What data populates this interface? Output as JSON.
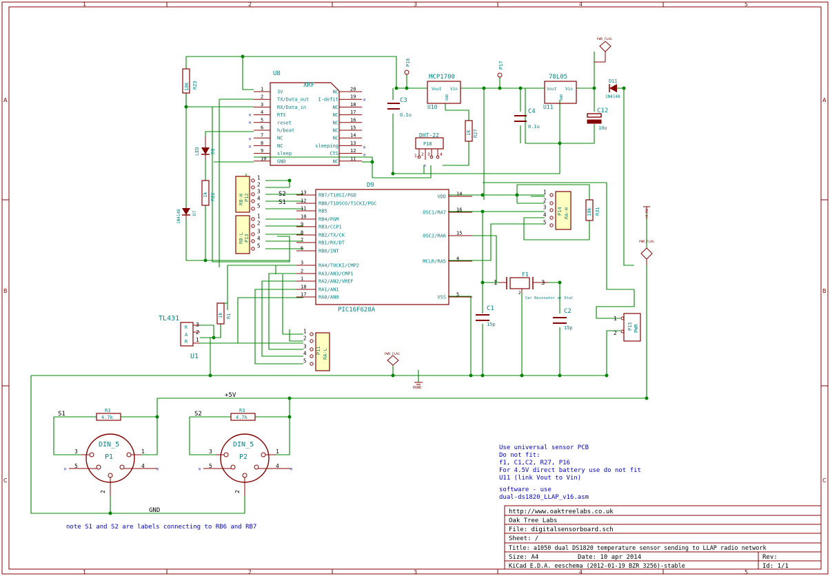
{
  "frame": {
    "cols": [
      "1",
      "2",
      "3",
      "4",
      "5"
    ],
    "rows": [
      "A",
      "B",
      "C"
    ]
  },
  "components": {
    "xrf": {
      "ref": "U8",
      "name": "XRF",
      "left_pins": [
        {
          "num": "1",
          "name": "3V"
        },
        {
          "num": "2",
          "name": "TX/Data_out"
        },
        {
          "num": "3",
          "name": "RX/Data_in"
        },
        {
          "num": "4",
          "name": "RTS"
        },
        {
          "num": "5",
          "name": "reset"
        },
        {
          "num": "6",
          "name": "h/beat"
        },
        {
          "num": "7",
          "name": "NC"
        },
        {
          "num": "8",
          "name": "NC"
        },
        {
          "num": "9",
          "name": "sleep"
        },
        {
          "num": "10",
          "name": "GND"
        }
      ],
      "right_pins": [
        {
          "num": "20",
          "name": "NC"
        },
        {
          "num": "19",
          "name": "I-defit"
        },
        {
          "num": "18",
          "name": "NC"
        },
        {
          "num": "17",
          "name": "NC"
        },
        {
          "num": "16",
          "name": "NC"
        },
        {
          "num": "15",
          "name": "NC"
        },
        {
          "num": "14",
          "name": "NC"
        },
        {
          "num": "13",
          "name": "sleeping"
        },
        {
          "num": "12",
          "name": "CTS"
        },
        {
          "num": "11",
          "name": "NC"
        }
      ]
    },
    "pic": {
      "ref": "D9",
      "name": "PIC16F628A",
      "left_pins": [
        {
          "num": "13",
          "name": "RB7/T1OSI/PGD"
        },
        {
          "num": "12",
          "name": "RB6/T1OSCO/T1CKI/PGC"
        },
        {
          "num": "11",
          "name": "RB5"
        },
        {
          "num": "10",
          "name": "RB4/PGM"
        },
        {
          "num": "9",
          "name": "RB3/CCP1"
        },
        {
          "num": "8",
          "name": "RB2/TX/CK"
        },
        {
          "num": "7",
          "name": "RB1/RX/DT"
        },
        {
          "num": "6",
          "name": "RB0/INT"
        },
        {
          "num": "3",
          "name": "RA4/T0CKI/CMP2"
        },
        {
          "num": "2",
          "name": "RA3/AN3/CMP1"
        },
        {
          "num": "1",
          "name": "RA2/AN2/VREF"
        },
        {
          "num": "18",
          "name": "RA1/AN1"
        },
        {
          "num": "17",
          "name": "RA0/AN0"
        }
      ],
      "right_pins": [
        {
          "num": "14",
          "name": "VDD"
        },
        {
          "num": "16",
          "name": "OSC1/RA7"
        },
        {
          "num": "15",
          "name": "OSC2/RA6"
        },
        {
          "num": "4",
          "name": "MCLR/RA5"
        },
        {
          "num": "5",
          "name": "VSS"
        }
      ]
    },
    "u10": {
      "ref": "U10",
      "name": "MCP1700",
      "vout": "Vout",
      "vin": "Vin",
      "gnd": "GND"
    },
    "u11": {
      "ref": "U11",
      "name": "78L05",
      "vout": "Vout",
      "vin": "Vin",
      "gnd": "GND"
    },
    "c3": {
      "ref": "C3",
      "value": "0.1u"
    },
    "c4": {
      "ref": "C4",
      "value": "0.1u"
    },
    "c12": {
      "ref": "C12",
      "value": "10u"
    },
    "c1": {
      "ref": "C1",
      "value": "15p"
    },
    "c2": {
      "ref": "C2",
      "value": "15p"
    },
    "d11": {
      "ref": "D11",
      "value": "1N4148"
    },
    "r23": {
      "ref": "R23",
      "value": "10K"
    },
    "r27": {
      "ref": "R27",
      "value": "1k"
    },
    "r26": {
      "ref": "R26",
      "value": "1k"
    },
    "r1": {
      "ref": "R1",
      "value": "1k"
    },
    "r3a": {
      "ref": "R3",
      "value": "4.7k"
    },
    "r3b": {
      "ref": "R3",
      "value": "4.7k"
    },
    "r31": {
      "ref": "R31",
      "value": "10k"
    },
    "d8": {
      "ref": "D8",
      "value": "LED"
    },
    "d7": {
      "ref": "D7",
      "value": "1N4148"
    },
    "p16": {
      "ref": "P16"
    },
    "p17": {
      "ref": "P17"
    },
    "p18": {
      "ref": "P18",
      "value": "DHT-22",
      "pins": [
        "1",
        "2",
        "3",
        "4"
      ]
    },
    "p12": {
      "ref": "P12",
      "value": "RB-H"
    },
    "p13": {
      "ref": "P13",
      "value": "RB-L"
    },
    "p11": {
      "ref": "P11",
      "value": "RA-L"
    },
    "p14": {
      "ref": "P14",
      "value": "RA-H"
    },
    "p15": {
      "ref": "P15",
      "value": "PWR"
    },
    "f1": {
      "ref": "F1",
      "value": "Cer Resonator or Xtal",
      "pin1": "1",
      "pin3": "3",
      "pin2": "2"
    },
    "tl431": {
      "name": "TL431",
      "ref": "U1",
      "pins": [
        "K",
        "A",
        "R"
      ]
    },
    "p1": {
      "ref": "P1",
      "value": "DIN_5"
    },
    "p2": {
      "ref": "P2",
      "value": "DIN_5"
    }
  },
  "labels": {
    "s1": "S1",
    "s2": "S2",
    "plus5v": "+5V",
    "gnd": "GND",
    "pwr_flag": "PWR_FLAG",
    "plus4v5": "+4.5V",
    "dgnd": "DGND",
    "pwr_flag2": "PWR_FLAG"
  },
  "pin_nums": {
    "one": "1",
    "two": "2",
    "three": "3",
    "four": "4",
    "five": "5"
  },
  "notes": {
    "lines": [
      "Use universal sensor PCB",
      "Do not fit:",
      "f1, C1,C2, R27, P16",
      "For 4.5V direct battery use do not fit",
      "U11 (link Vout to Vin)",
      "",
      "software - use",
      "dual-ds1820_LLAP_v16.asm"
    ],
    "footnote": "note S1 and S2 are labels connecting to RB6 and RB7"
  },
  "title_block": {
    "url": "http://www.oaktreelabs.co.uk",
    "company": "Oak Tree Labs",
    "file": "File: digitalsensorboard.sch",
    "sheet": "Sheet: /",
    "title": "Title: a1050 dual DS1820 temperature sensor sending to LLAP radio network",
    "size": "Size: A4",
    "date": "Date: 10 apr 2014",
    "rev": "Rev:",
    "app": "KiCad E.D.A.  eeschema (2012-01-19 BZR 3256)-stable",
    "id": "Id: 1/1"
  },
  "colors": {
    "wire": "#008400",
    "component": "#840000",
    "text": "#008484",
    "fill": "#ffffc2",
    "note": "#0000c2",
    "frame": "#840000",
    "black": "#000000"
  }
}
